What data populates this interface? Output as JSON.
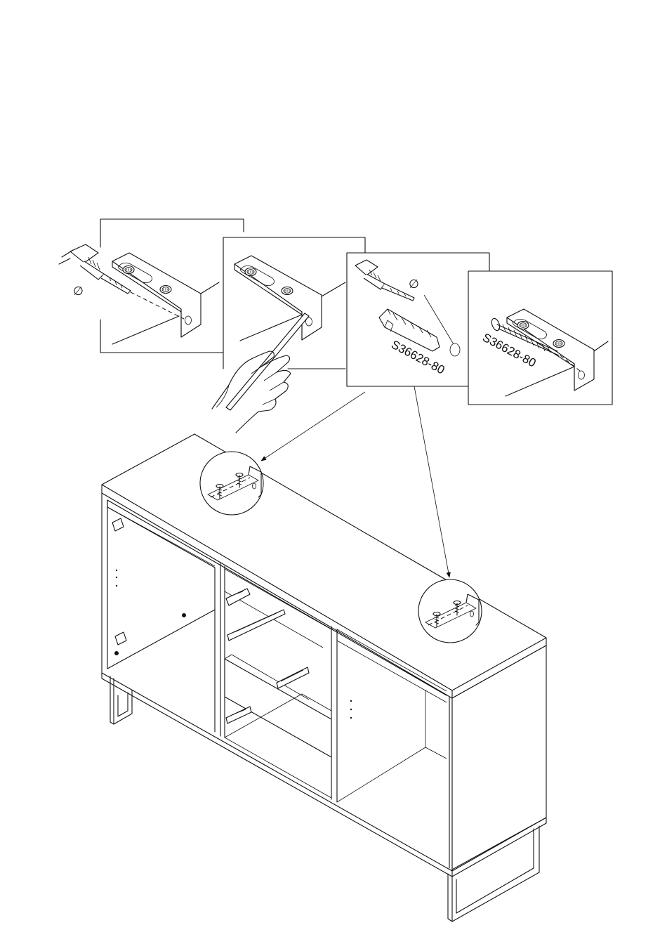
{
  "step_panels": [
    {
      "id": "drill-step",
      "symbol": "∅"
    },
    {
      "id": "mark-step"
    },
    {
      "id": "dowel-step",
      "symbol": "∅",
      "part_label": "S36628-80"
    },
    {
      "id": "screw-step",
      "part_label": "S36628-80"
    }
  ],
  "cabinet": {
    "callouts": [
      "left-bracket-detail",
      "right-bracket-detail"
    ]
  }
}
